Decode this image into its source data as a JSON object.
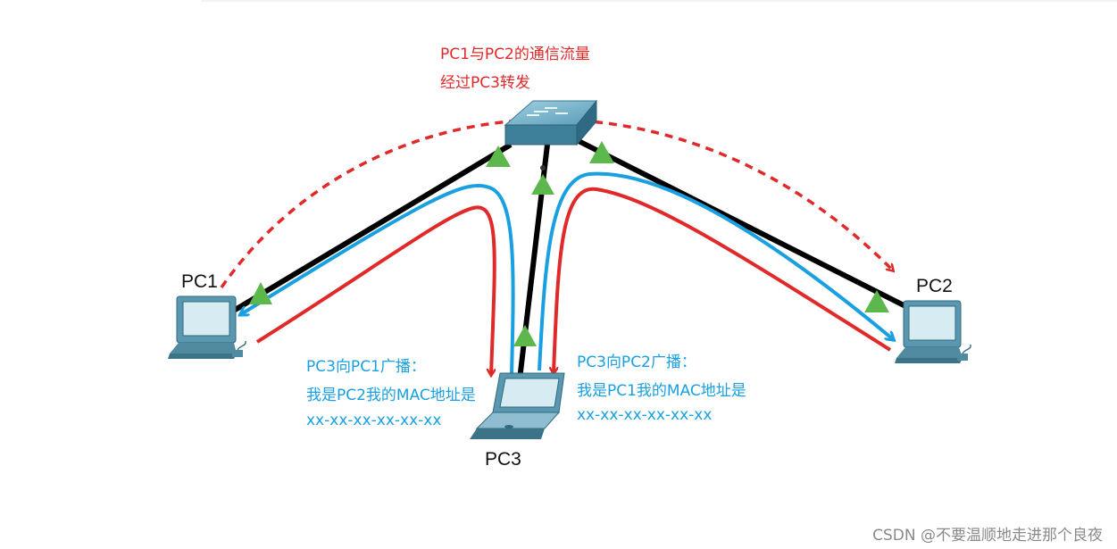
{
  "nodes": {
    "pc1": "PC1",
    "pc2": "PC2",
    "pc3": "PC3"
  },
  "annotations": {
    "traffic_line1": "PC1与PC2的通信流量",
    "traffic_line2": "经过PC3转发",
    "left_line1": "PC3向PC1广播：",
    "left_line2": "我是PC2我的MAC地址是",
    "left_line3": "xx-xx-xx-xx-xx-xx",
    "right_line1": "PC3向PC2广播：",
    "right_line2": "我是PC1我的MAC地址是",
    "right_line3": "xx-xx-xx-xx-xx-xx"
  },
  "watermark": "CSDN @不要温顺地走进那个良夜",
  "colors": {
    "link": "#000000",
    "red_arrow": "#e02a2a",
    "blue_arrow": "#1aa0e0",
    "port_up": "#5cb84a",
    "device": "#4d8fa8"
  }
}
